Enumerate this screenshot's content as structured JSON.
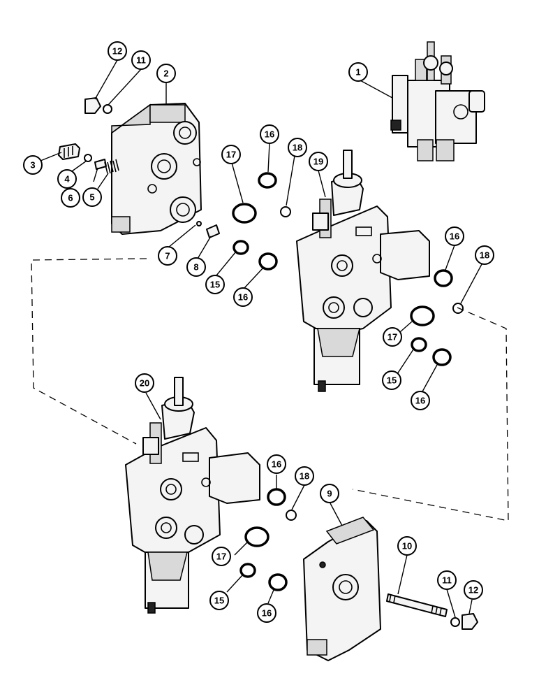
{
  "callouts": {
    "c1": "1",
    "c2": "2",
    "c3": "3",
    "c4": "4",
    "c5": "5",
    "c6": "6",
    "c7": "7",
    "c8": "8",
    "c9": "9",
    "c10": "10",
    "c11a": "11",
    "c11b": "11",
    "c12a": "12",
    "c12b": "12",
    "c15a": "15",
    "c15b": "15",
    "c15c": "15",
    "c16a": "16",
    "c16b": "16",
    "c16c": "16",
    "c16d": "16",
    "c16e": "16",
    "c16f": "16",
    "c17a": "17",
    "c17b": "17",
    "c17c": "17",
    "c18a": "18",
    "c18b": "18",
    "c18c": "18",
    "c19": "19",
    "c20": "20"
  }
}
